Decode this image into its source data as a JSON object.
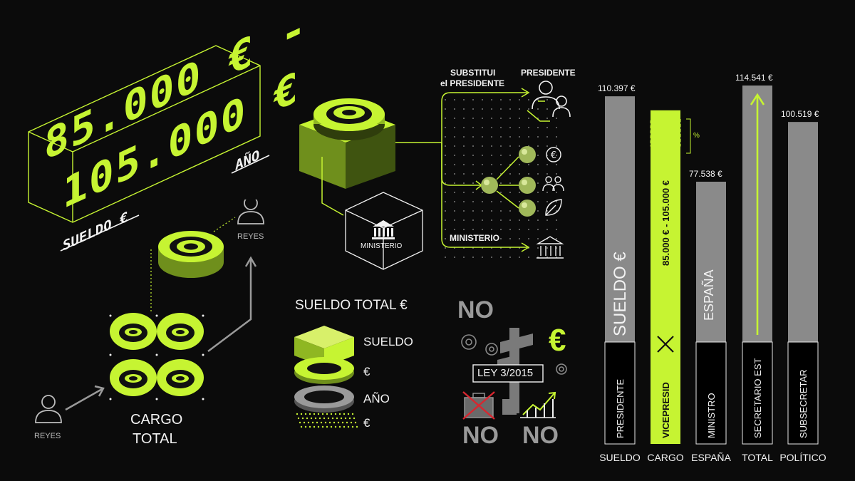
{
  "salary_block": {
    "amount_line1": "85.000 € -",
    "amount_line2": "105.000 €",
    "unit": "AÑO",
    "caption": "SUELDO €"
  },
  "cargo": {
    "left_person": "REYES",
    "right_person": "REYES",
    "label_line1": "CARGO",
    "label_line2": "TOTAL"
  },
  "flow": {
    "branch_top_label_line1": "SUBSTITUI",
    "branch_top_label_line2": "el PRESIDENTE",
    "top_target": "PRESIDENTE",
    "box_label": "MINISTERIO",
    "bottom_label": "MINISTERIO"
  },
  "legend": {
    "title": "SUELDO TOTAL €",
    "items": [
      "SUELDO",
      "€",
      "AÑO",
      "€"
    ]
  },
  "law": {
    "no_top": "NO",
    "euro": "€",
    "law_label": "LEY 3/2015",
    "no_left": "NO",
    "no_right": "NO"
  },
  "chart_data": {
    "type": "bar",
    "categories": [
      "SUELDO",
      "CARGO",
      "ESPAÑA",
      "TOTAL",
      "POLÍTICO"
    ],
    "bar_labels": [
      "PRESIDENTE",
      "VICEPRESID",
      "MINISTRO",
      "SECRETARIO EST",
      "SUBSECRETAR"
    ],
    "values": [
      110397,
      105000,
      77538,
      114541,
      100519
    ],
    "value_labels": [
      "110.397 €",
      "",
      "77.538 €",
      "114.541 €",
      "100.519 €"
    ],
    "inner_labels": [
      "SUELDO €",
      "85.000 € - 105.000 €",
      "ESPAÑA",
      "",
      ""
    ],
    "highlight_index": 1,
    "bracket_mark": "%",
    "colors": {
      "bar": "#8a8a8a",
      "highlight": "#c6f432",
      "base": "#000000"
    }
  }
}
